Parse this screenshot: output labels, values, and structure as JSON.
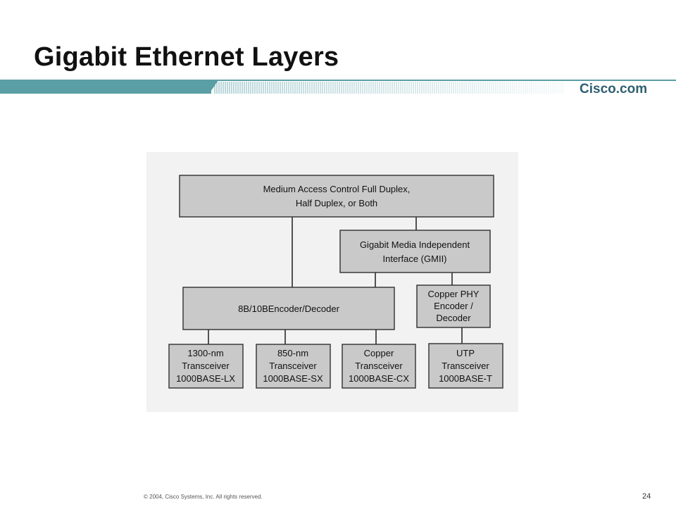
{
  "slide": {
    "title": "Gigabit Ethernet Layers",
    "brand": "Cisco.com",
    "copyright": "© 2004, Cisco Systems, Inc. All rights reserved.",
    "page_number": "24"
  },
  "colors": {
    "header_bar": "#5a9ea6",
    "box_fill": "#c9c9c9",
    "panel_bg": "#f2f2f2",
    "brand_text": "#2f5f70"
  },
  "diagram": {
    "nodes": {
      "mac": [
        "Medium Access Control Full Duplex,",
        "Half Duplex, or Both"
      ],
      "gmii": [
        "Gigabit Media Independent",
        "Interface (GMII)"
      ],
      "encoder": [
        "8B/10BEncoder/Decoder"
      ],
      "copper_phy": [
        "Copper PHY",
        "Encoder /",
        "Decoder"
      ],
      "lx": [
        "1300-nm",
        "Transceiver",
        "1000BASE-LX"
      ],
      "sx": [
        "850-nm",
        "Transceiver",
        "1000BASE-SX"
      ],
      "cx": [
        "Copper",
        "Transceiver",
        "1000BASE-CX"
      ],
      "t": [
        "UTP",
        "Transceiver",
        "1000BASE-T"
      ]
    },
    "edges": [
      [
        "mac",
        "encoder"
      ],
      [
        "mac",
        "gmii"
      ],
      [
        "gmii",
        "encoder"
      ],
      [
        "gmii",
        "copper_phy"
      ],
      [
        "encoder",
        "lx"
      ],
      [
        "encoder",
        "sx"
      ],
      [
        "encoder",
        "cx"
      ],
      [
        "copper_phy",
        "t"
      ]
    ]
  }
}
